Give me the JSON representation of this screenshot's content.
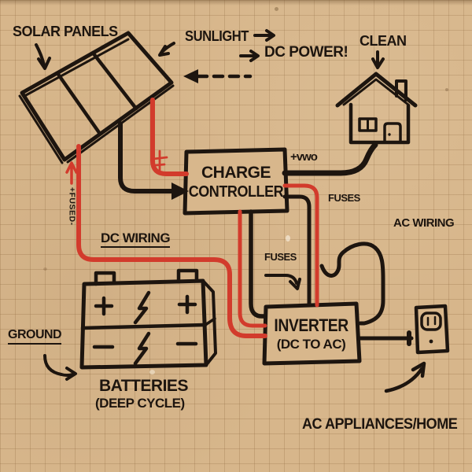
{
  "title": "Hand-drawn solar power system diagram on kraft grid paper",
  "colors": {
    "paper": "#d7b68b",
    "grid_line": "#a98c63",
    "ink": "#1d150f",
    "wire_red": "#d23b2c"
  },
  "labels": {
    "solar_panels": "SOLAR PANELS",
    "sunlight": "SUNLIGHT",
    "dc_power": "DC POWER!",
    "clean": "CLEAN",
    "charge_controller_1": "CHARGE",
    "charge_controller_2": "CONTROLLER",
    "cc_output_scribble": "+vwo",
    "fuses_ac": "FUSES",
    "ac_wiring": "AC WIRING",
    "dc_wiring": "DC WIRING",
    "fuses_dc": "FUSES",
    "ground": "GROUND",
    "batteries": "BATTERIES",
    "batteries_sub": "(DEEP CYCLE)",
    "inverter_1": "INVERTER",
    "inverter_2": "(DC TO AC)",
    "ac_appliances": "AC APPLIANCES/HOME",
    "fused_wire": "+FUSED-"
  },
  "diagram": {
    "nodes": [
      "Solar Panels",
      "Charge Controller",
      "Batteries (Deep Cycle)",
      "Inverter (DC to AC)",
      "House (clean DC power)",
      "Wall outlet / AC appliances"
    ],
    "connections": [
      {
        "from": "Sunlight",
        "to": "Solar Panels",
        "style": "annotation arrows, dashed return arrow"
      },
      {
        "from": "Solar Panels",
        "to": "Charge Controller",
        "wires": "red (+) with ground mark, black (-) with arrow",
        "type": "DC"
      },
      {
        "from": "Solar Panels",
        "to": "Inverter",
        "wires": "long red DC wiring run, marked +FUSED-",
        "type": "DC"
      },
      {
        "from": "Charge Controller",
        "to": "Inverter",
        "wires": "red and black pair through FUSES",
        "type": "DC"
      },
      {
        "from": "Charge Controller",
        "to": "House",
        "wires": "thick black line marked +vwo",
        "type": "AC"
      },
      {
        "from": "Inverter",
        "to": "Wall outlet",
        "wires": "black cord with slack loop (AC wiring)",
        "type": "AC"
      }
    ]
  }
}
